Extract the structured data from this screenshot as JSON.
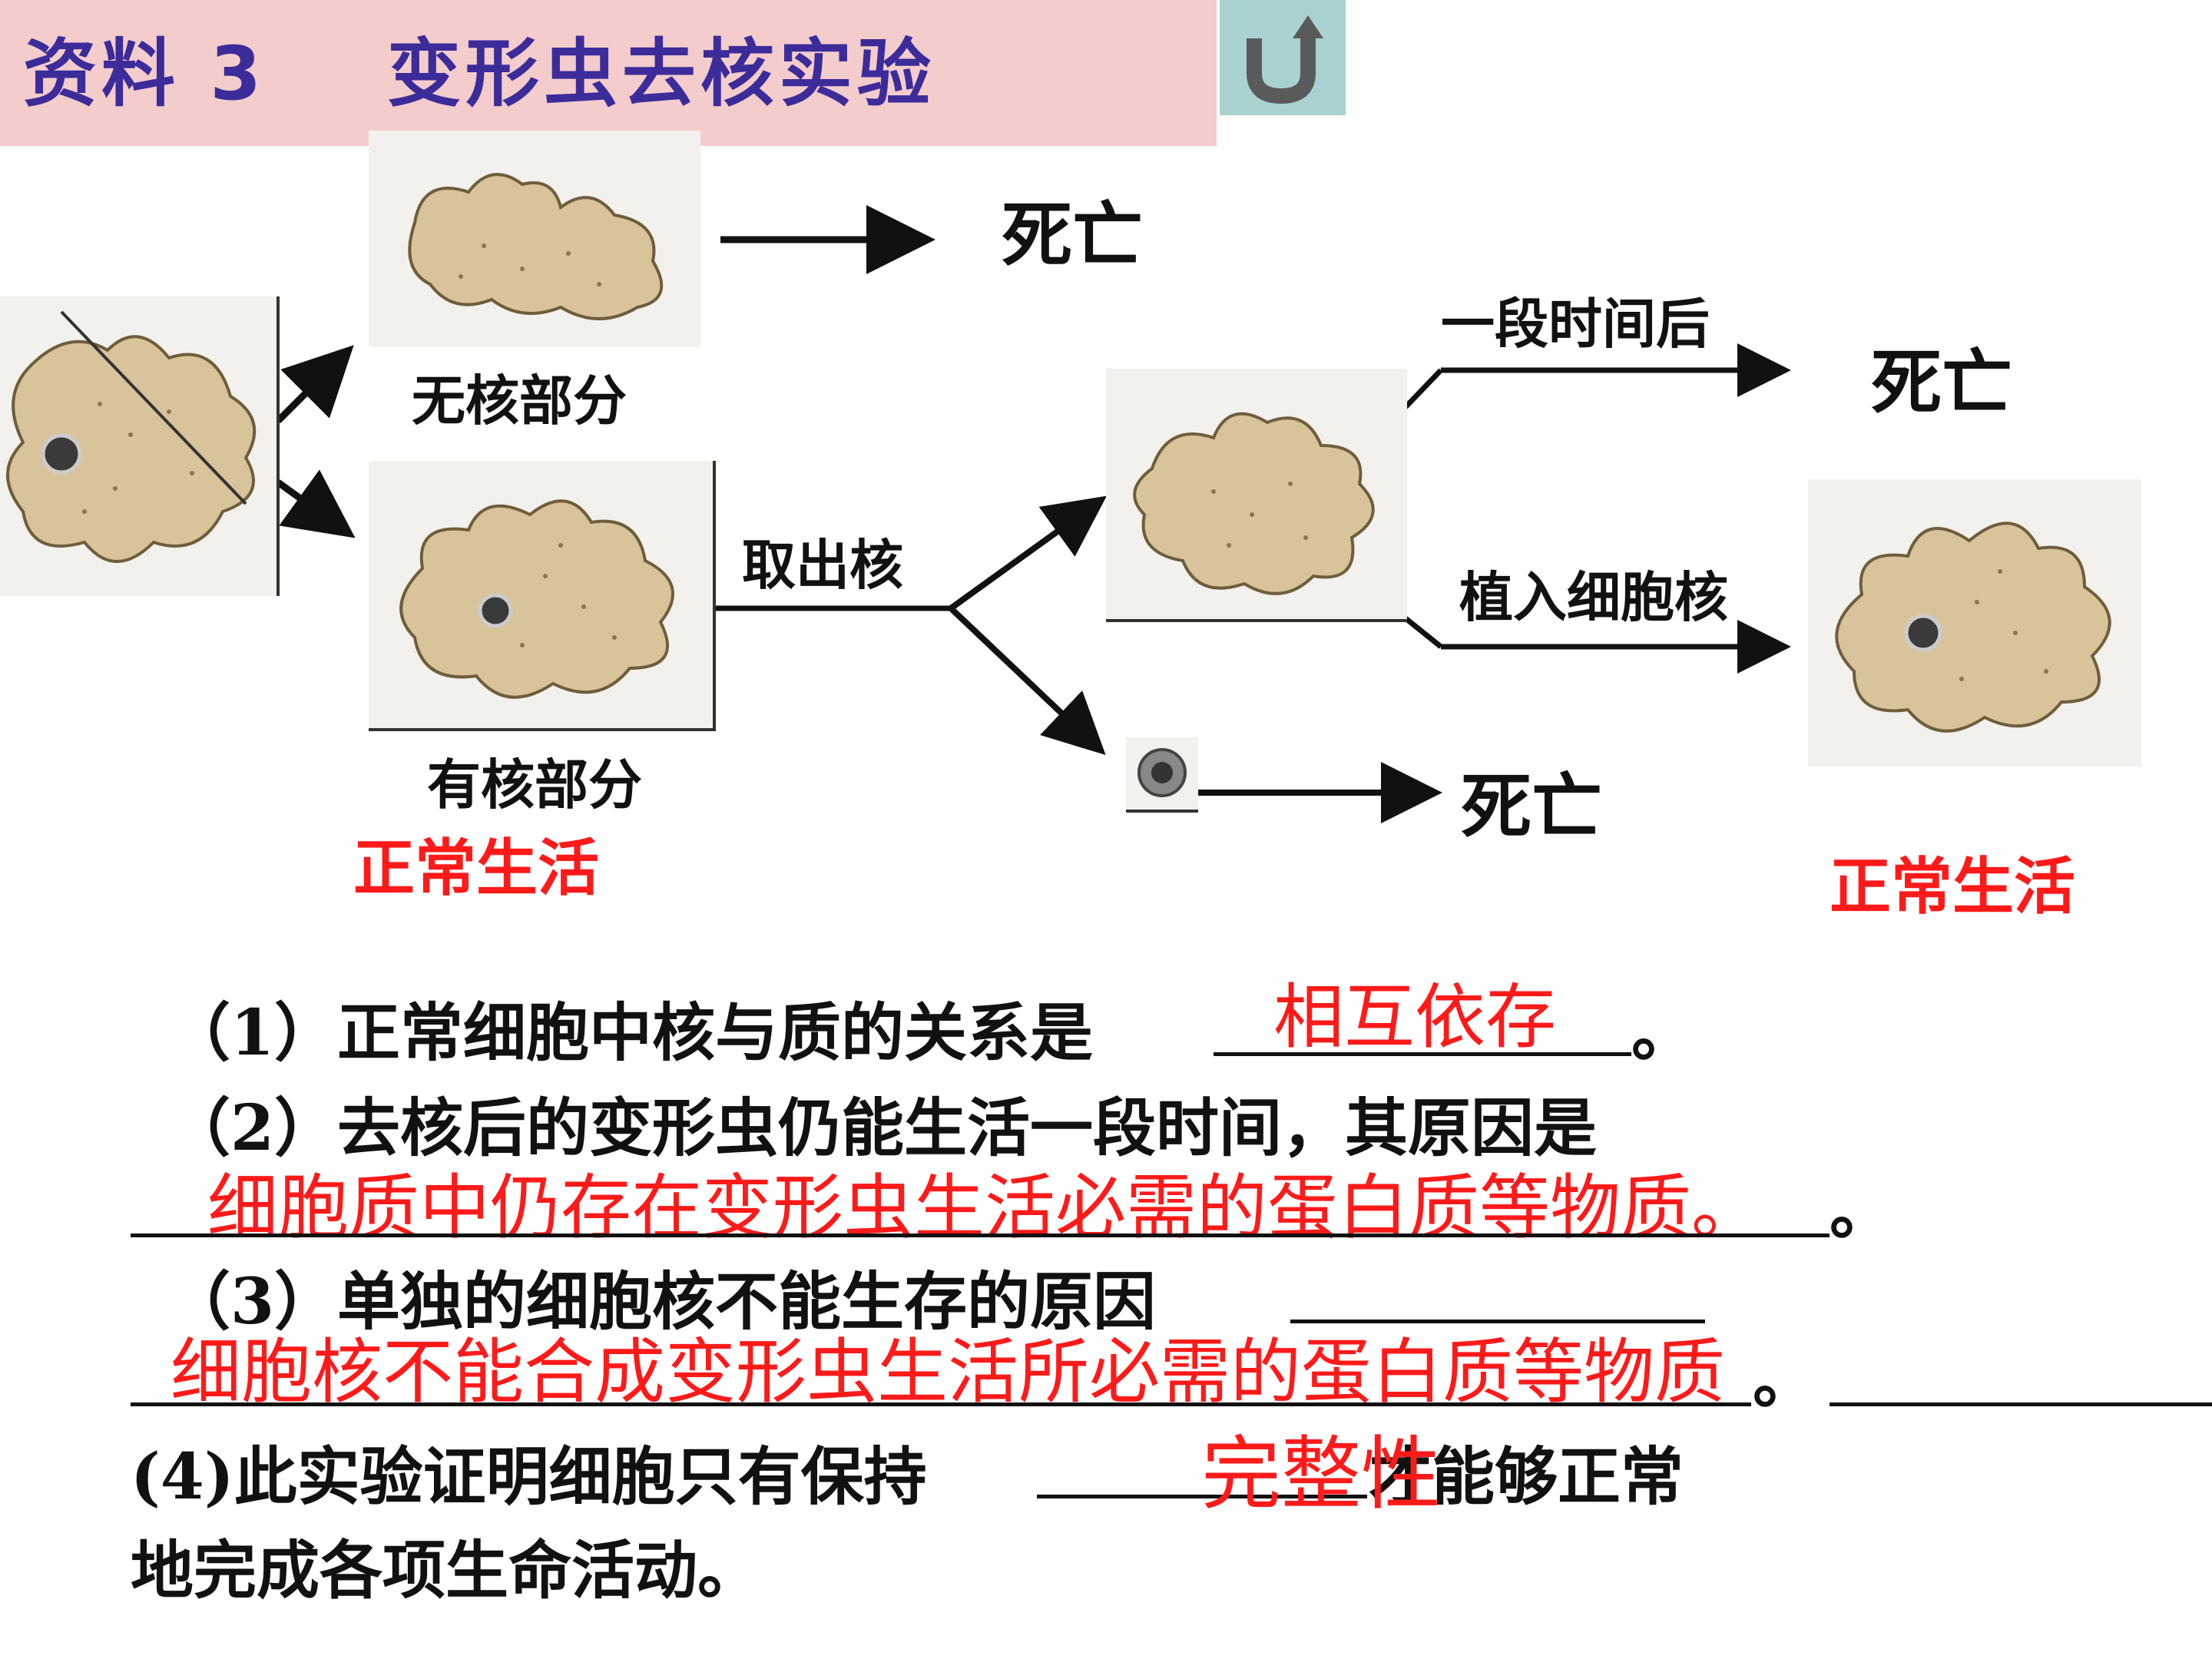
{
  "title": "资料 3    变形虫去核实验",
  "labels": {
    "wuhe": "无核部分",
    "youhe": "有核部分",
    "quchuhe": "取出核",
    "yiduan": "一段时间后",
    "zhiru": "植入细胞核"
  },
  "death": "死亡",
  "normal": "正常生活",
  "questions": {
    "q1": "（1）正常细胞中核与质的关系是",
    "q1_end": "。",
    "a1": "相互依存",
    "q2": "（2）去核后的变形虫仍能生活一段时间，其原因是",
    "a2": "细胞质中仍存在变形虫生活必需的蛋白质等物质。",
    "q2_end": "。",
    "q3": "（3）单独的细胞核不能生存的原因",
    "a3": "细胞核不能合成变形虫生活所必需的蛋白质等物质",
    "q3_end": "。",
    "q4a": "(4)此实验证明细胞只有保持",
    "a4": "完整性",
    "q4b": "才能够正常",
    "q4c": "地完成各项生命活动。"
  },
  "colors": {
    "title_bg": "#f4cccc",
    "title_text": "#3c2c9a",
    "return_bg": "#a9d2d0",
    "answer": "#ff1a1a",
    "amoeba": "#d9c39a"
  },
  "icons": {
    "return": "return-arrow-icon"
  }
}
